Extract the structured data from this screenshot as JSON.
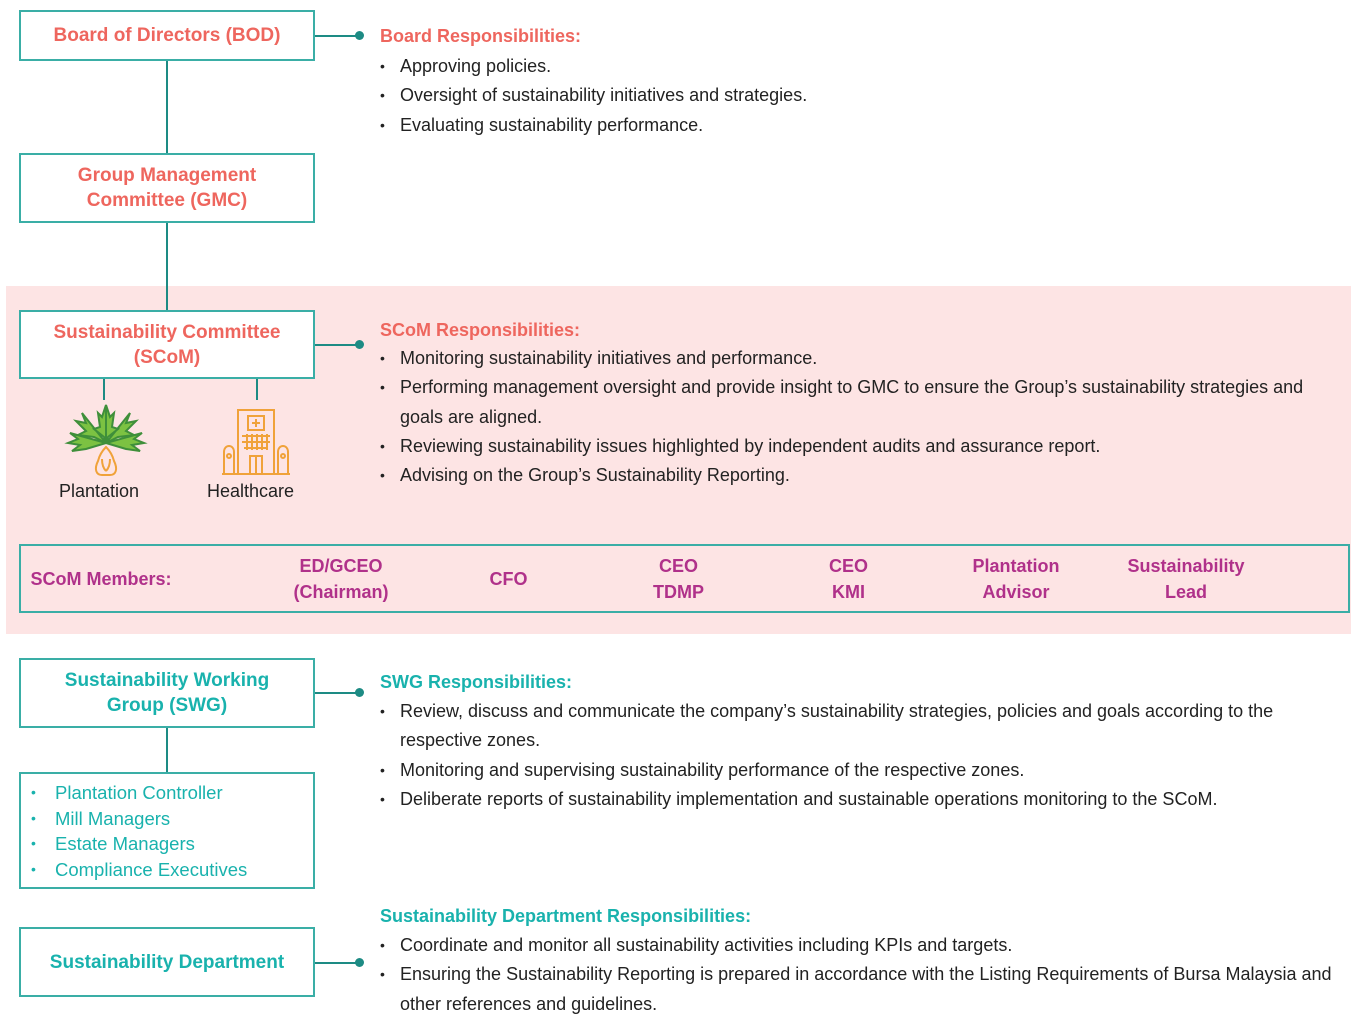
{
  "colors": {
    "accent_red": "#ee665e",
    "accent_teal": "#19b2ad",
    "accent_magenta": "#b0318a",
    "line": "#1d8b84",
    "highlight_bg": "#fde4e4"
  },
  "org": {
    "bod": "Board of Directors (BOD)",
    "gmc": "Group Management Committee (GMC)",
    "scom": "Sustainability Committee (SCoM)",
    "swg": "Sustainability Working Group (SWG)",
    "sd": "Sustainability Department"
  },
  "divisions": [
    {
      "label": "Plantation",
      "icon": "palm-tree-icon"
    },
    {
      "label": "Healthcare",
      "icon": "hospital-icon"
    }
  ],
  "board": {
    "heading": "Board Responsibilities:",
    "items": [
      "Approving policies.",
      "Oversight of sustainability initiatives and strategies.",
      "Evaluating sustainability performance."
    ]
  },
  "scom_resp": {
    "heading": "SCoM Responsibilities:",
    "items": [
      "Monitoring sustainability initiatives and performance.",
      "Performing management oversight and provide insight to GMC to ensure the Group’s sustainability strategies and goals are aligned.",
      "Reviewing sustainability issues highlighted by independent audits and assurance report.",
      "Advising on the Group’s Sustainability Reporting."
    ]
  },
  "members": {
    "label": "SCoM Members:",
    "list": [
      {
        "line1": "ED/GCEO",
        "line2": "(Chairman)"
      },
      {
        "line1": "CFO",
        "line2": ""
      },
      {
        "line1": "CEO",
        "line2": "TDMP"
      },
      {
        "line1": "CEO",
        "line2": "KMI"
      },
      {
        "line1": "Plantation",
        "line2": "Advisor"
      },
      {
        "line1": "Sustainability",
        "line2": "Lead"
      }
    ]
  },
  "swg_resp": {
    "heading": "SWG Responsibilities:",
    "items": [
      "Review, discuss and communicate the company’s sustainability strategies, policies and goals according to the respective zones.",
      "Monitoring and supervising sustainability performance of the respective zones.",
      "Deliberate reports of sustainability implementation and sustainable operations monitoring to the SCoM."
    ]
  },
  "swg_members": [
    "Plantation Controller",
    "Mill Managers",
    "Estate Managers",
    "Compliance Executives"
  ],
  "sd_resp": {
    "heading": "Sustainability Department Responsibilities:",
    "items": [
      "Coordinate and monitor all sustainability activities including KPIs and targets.",
      "Ensuring the Sustainability Reporting is prepared in accordance with the Listing Requirements of Bursa Malaysia and other references and guidelines."
    ]
  }
}
